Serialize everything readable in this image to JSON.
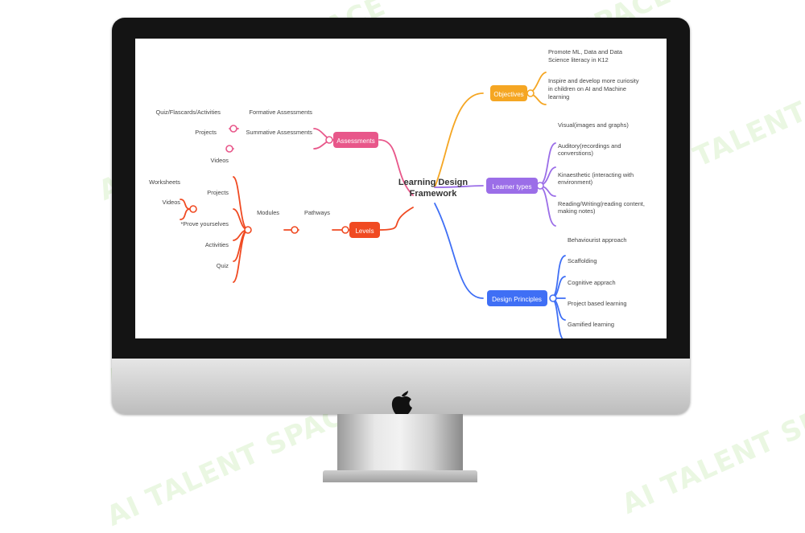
{
  "watermark": "AI TALENT SPACE",
  "center": {
    "line1": "Learning Design",
    "line2": "Framework"
  },
  "colors": {
    "objectives": "#f5a623",
    "learner_types": "#9b6ee8",
    "design_principles": "#3f6ff5",
    "assessments": "#e8578a",
    "levels": "#f04a22"
  },
  "branches": {
    "objectives": {
      "label": "Objectives",
      "items": [
        {
          "l1": "Promote ML, Data and Data",
          "l2": "Science literacy in K12"
        },
        {
          "l1": "Inspire and develop more curiosity",
          "l2": "in children on AI and Machine",
          "l3": "learning"
        }
      ]
    },
    "learner_types": {
      "label": "Learner types",
      "items": [
        {
          "l1": "Visual(images and graphs)"
        },
        {
          "l1": "Auditory(recordings and",
          "l2": "converstions)"
        },
        {
          "l1": "Kinaesthetic (interacting with",
          "l2": "environment)"
        },
        {
          "l1": "Reading/Writing(reading content,",
          "l2": "making notes)"
        }
      ]
    },
    "design_principles": {
      "label": "Design Principles",
      "items": [
        "Behaviourist approach",
        "Scaffolding",
        "Cognitive apprach",
        "Project based learning",
        "Gamified learning"
      ]
    },
    "assessments": {
      "label": "Assessments",
      "formative": {
        "label": "Formative Assessments",
        "child": "Quiz/Flascards/Activities"
      },
      "summative": {
        "label": "Summative Assessments",
        "child": "Projects"
      }
    },
    "levels": {
      "label": "Levels",
      "pathways": "Pathways",
      "modules": "Modules",
      "module_items": [
        "Videos",
        "Projects",
        "*Prove yourselves",
        "Activities",
        "Quiz"
      ],
      "project_items": [
        "Worksheets",
        "Videos"
      ]
    }
  }
}
